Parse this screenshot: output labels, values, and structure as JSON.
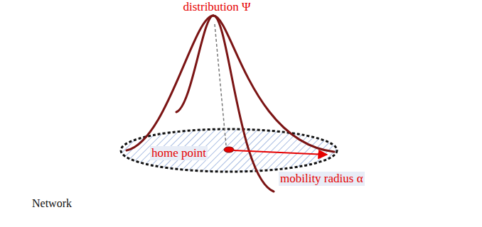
{
  "diagram": {
    "nodes": [
      {
        "text": [
          "Network"
        ]
      }
    ],
    "labels": [
      "distribution Ψ",
      "home point",
      "mobility radius α"
    ]
  }
}
